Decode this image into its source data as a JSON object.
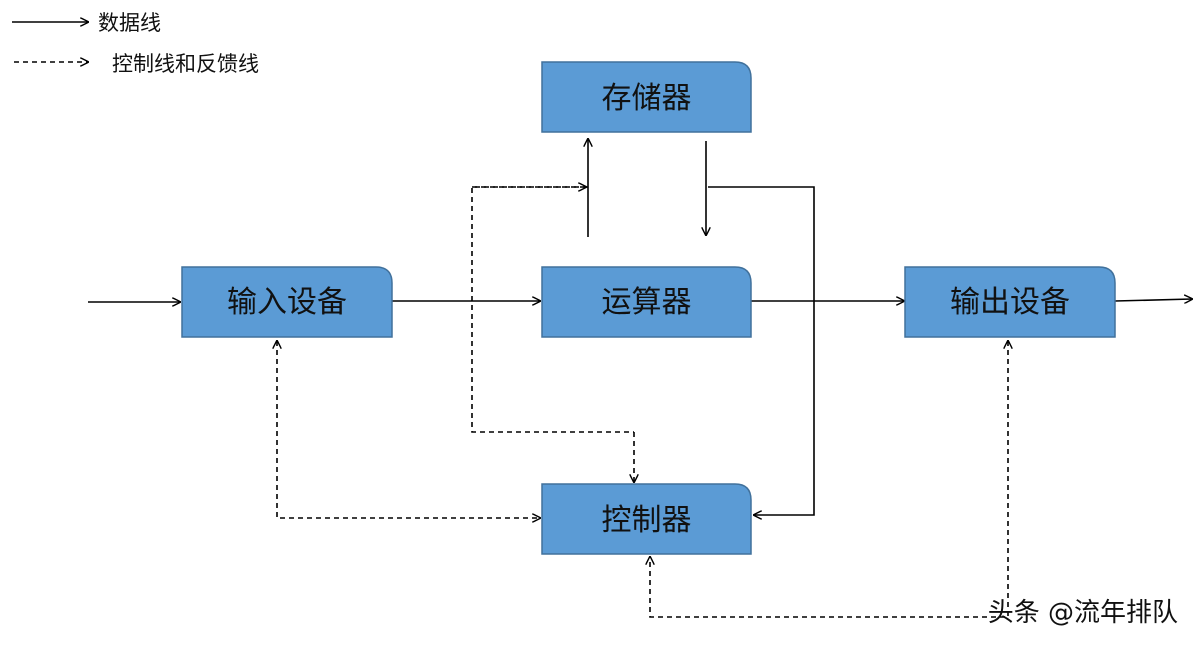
{
  "legend": {
    "data_line": "数据线",
    "control_line": "控制线和反馈线"
  },
  "nodes": {
    "memory": "存储器",
    "alu": "运算器",
    "input": "输入设备",
    "output": "输出设备",
    "controller": "控制器"
  },
  "watermark": "头条 @流年排队",
  "colors": {
    "node_fill": "#5B9BD5",
    "node_border": "#41719C"
  }
}
